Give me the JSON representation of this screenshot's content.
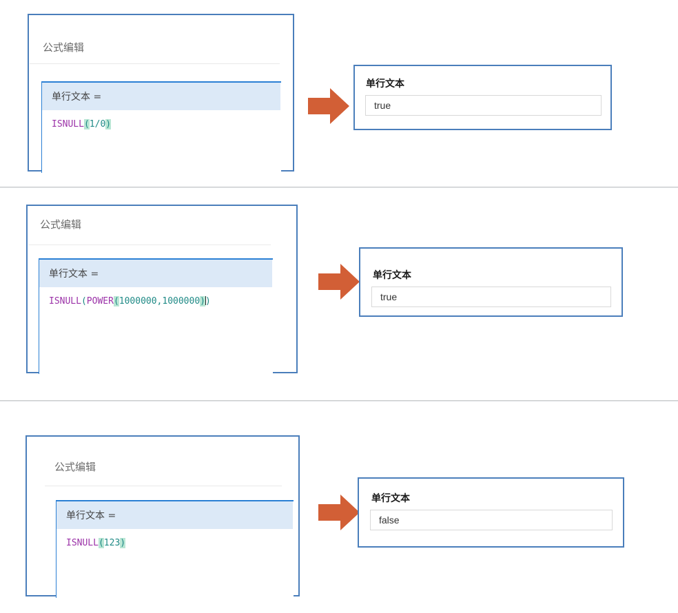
{
  "accent": {
    "panel_border": "#4a7ebb",
    "editor_blue": "#2a7fd4",
    "header_fill": "#dce9f7",
    "arrow": "#d25f36",
    "function_token": "#9b32a8",
    "paren_token": "#1f8a86",
    "highlight": "#b9e6d4"
  },
  "sections": [
    {
      "editor": {
        "title": "公式编辑",
        "field_label": "单行文本 =",
        "formula_plain": "ISNULL(1/0)",
        "tokens": [
          {
            "text": "ISNULL",
            "kind": "fn"
          },
          {
            "text": "(",
            "kind": "hl"
          },
          {
            "text": "1/0",
            "kind": "num"
          },
          {
            "text": ")",
            "kind": "hl"
          }
        ]
      },
      "arrow": {
        "icon": "arrow-right-icon"
      },
      "result": {
        "label": "单行文本",
        "value": "true",
        "placeholder": ""
      }
    },
    {
      "editor": {
        "title": "公式编辑",
        "field_label": "单行文本 =",
        "formula_plain": "ISNULL(POWER(1000000,1000000))",
        "tokens": [
          {
            "text": "ISNULL",
            "kind": "fn"
          },
          {
            "text": "(",
            "kind": "paren"
          },
          {
            "text": "POWER",
            "kind": "fn"
          },
          {
            "text": "(",
            "kind": "hl"
          },
          {
            "text": "1000000,1000000",
            "kind": "num"
          },
          {
            "text": ")",
            "kind": "hl"
          },
          {
            "text": "caret",
            "kind": "caret"
          },
          {
            "text": ")",
            "kind": "paren"
          }
        ]
      },
      "arrow": {
        "icon": "arrow-right-icon"
      },
      "result": {
        "label": "单行文本",
        "value": "true",
        "placeholder": ""
      }
    },
    {
      "editor": {
        "title": "公式编辑",
        "field_label": "单行文本 =",
        "formula_plain": "ISNULL(123)",
        "tokens": [
          {
            "text": "ISNULL",
            "kind": "fn"
          },
          {
            "text": "(",
            "kind": "hl"
          },
          {
            "text": "123",
            "kind": "num"
          },
          {
            "text": ")",
            "kind": "hl"
          }
        ]
      },
      "arrow": {
        "icon": "arrow-right-icon"
      },
      "result": {
        "label": "单行文本",
        "value": "false",
        "placeholder": ""
      }
    }
  ]
}
